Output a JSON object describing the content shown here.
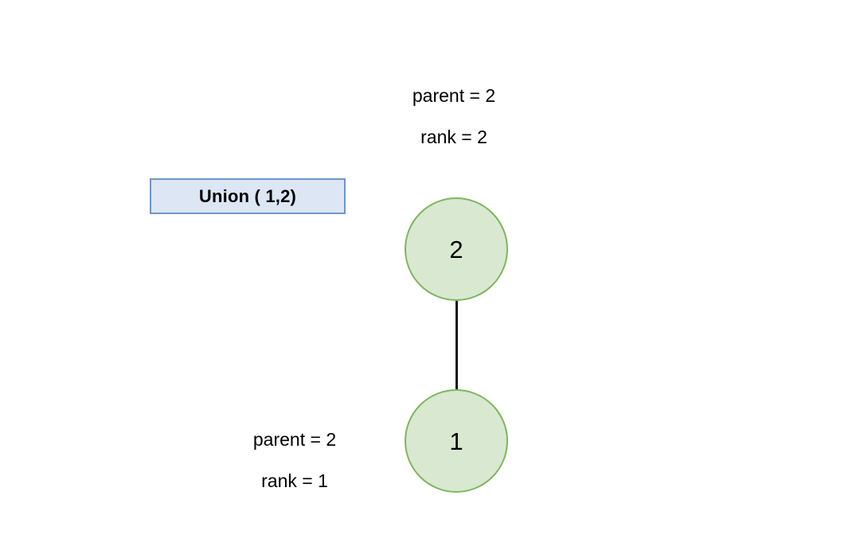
{
  "diagram": {
    "title_box": {
      "label": "Union ( 1,2)",
      "fill_color": "#dce6f5",
      "border_color": "#7096c9"
    },
    "node_style": {
      "fill_color": "#d9e8d0",
      "border_color": "#7cb65e"
    },
    "edge_color": "#111111",
    "nodes": [
      {
        "id": "2",
        "label": "2",
        "parent_text": "parent = 2",
        "rank_text": "rank = 2"
      },
      {
        "id": "1",
        "label": "1",
        "parent_text": "parent = 2",
        "rank_text": "rank = 1"
      }
    ]
  }
}
